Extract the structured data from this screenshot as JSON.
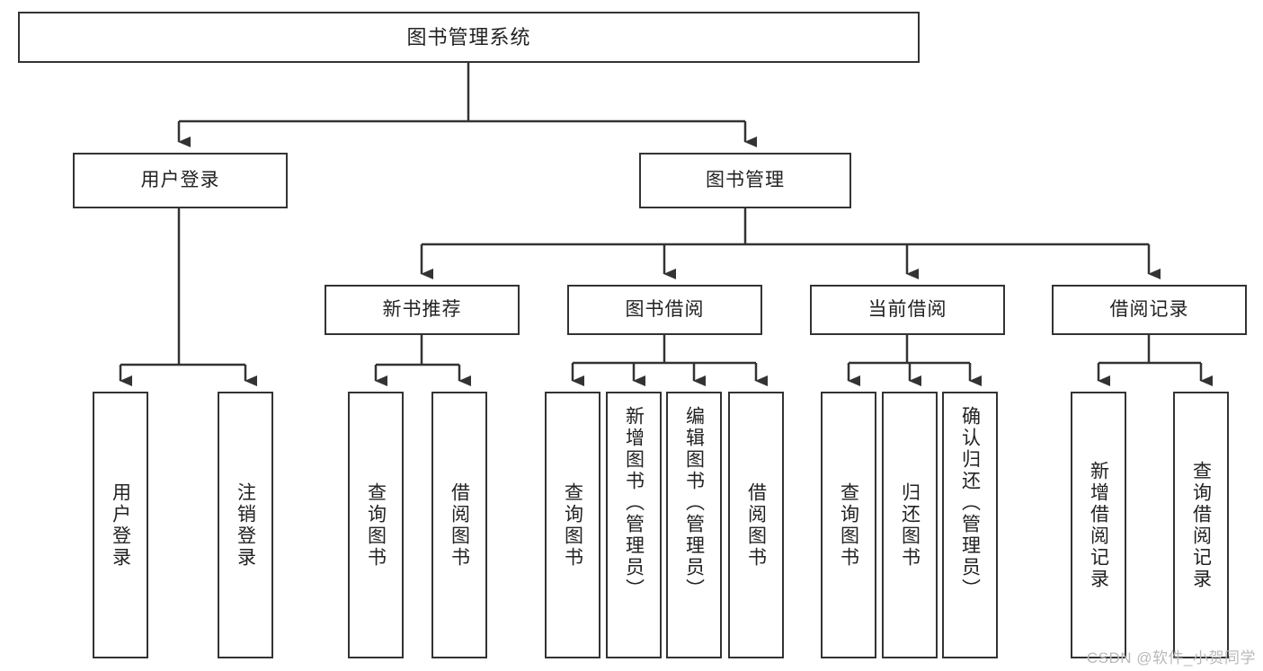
{
  "diagram": {
    "title": "图书管理系统",
    "type": "tree",
    "watermark": "CSDN @软件_小贺同学",
    "colors": {
      "stroke": "#333333",
      "fill": "#ffffff",
      "text": "#222222",
      "watermark": "#b9b9b9"
    },
    "nodes": {
      "root": {
        "label": "图书管理系统"
      },
      "level2": {
        "user_login": {
          "label": "用户登录"
        },
        "book_manage": {
          "label": "图书管理"
        }
      },
      "level3": {
        "new_book_rec": {
          "label": "新书推荐"
        },
        "book_borrow": {
          "label": "图书借阅"
        },
        "current_borrow": {
          "label": "当前借阅"
        },
        "borrow_record": {
          "label": "借阅记录"
        }
      },
      "leaves": {
        "user_login_1": {
          "label": "用户登录"
        },
        "user_login_2": {
          "label": "注销登录"
        },
        "new_book_rec_1": {
          "label": "查询图书"
        },
        "new_book_rec_2": {
          "label": "借阅图书"
        },
        "book_borrow_1": {
          "label": "查询图书"
        },
        "book_borrow_2": {
          "label": "新增图书（管理员）"
        },
        "book_borrow_3": {
          "label": "编辑图书（管理员）"
        },
        "book_borrow_4": {
          "label": "借阅图书"
        },
        "current_borrow_1": {
          "label": "查询图书"
        },
        "current_borrow_2": {
          "label": "归还图书"
        },
        "current_borrow_3": {
          "label": "确认归还（管理员）"
        },
        "borrow_record_1": {
          "label": "新增借阅记录"
        },
        "borrow_record_2": {
          "label": "查询借阅记录"
        }
      }
    }
  }
}
